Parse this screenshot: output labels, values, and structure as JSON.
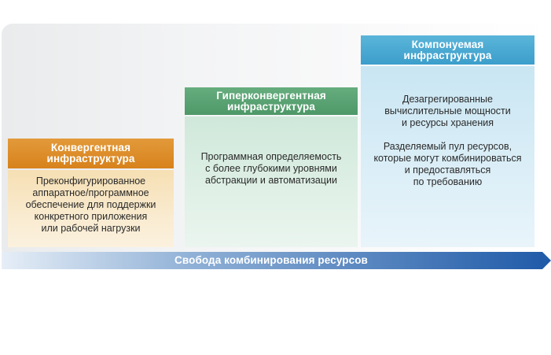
{
  "tiers": [
    {
      "title": [
        "Конвергентная",
        "инфраструктура"
      ],
      "description": [
        [
          "Преконфигурированное",
          "аппаратное/программное",
          "обеспечение для поддержки",
          "конкретного приложения",
          "или рабочей нагрузки"
        ]
      ],
      "accent": "#d98a28"
    },
    {
      "title": [
        "Гиперконвергентная",
        "инфраструктура"
      ],
      "description": [
        [
          "Программная определяемость",
          "с более глубокими уровнями",
          "абстракции и автоматизации"
        ]
      ],
      "accent": "#5aa473"
    },
    {
      "title": [
        "Компонуемая",
        "инфраструктура"
      ],
      "description": [
        [
          "Дезагрегированные",
          "вычислительные мощности",
          "и ресурсы хранения"
        ],
        [
          "Разделяемый пул ресурсов,",
          "которые могут комбинироваться",
          "и предоставляться",
          "по требованию"
        ]
      ],
      "accent": "#48a9d3"
    }
  ],
  "arrow": {
    "label": "Свобода комбинирования ресурсов",
    "color_start": "#e6eef7",
    "color_end": "#1f5aa8"
  }
}
